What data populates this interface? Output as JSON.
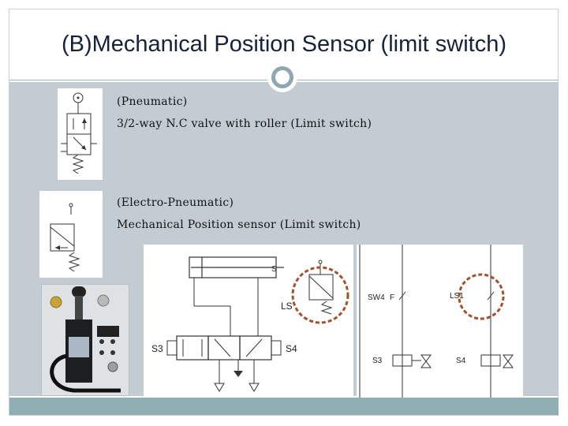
{
  "slide": {
    "title": "(B)Mechanical Position Sensor (limit switch)"
  },
  "pneumatic": {
    "heading": "(Pneumatic)",
    "description": "3/2-way N.C valve with roller (Limit switch)"
  },
  "electro_pneumatic": {
    "heading": "(Electro-Pneumatic)",
    "description": "Mechanical Position sensor (Limit switch)"
  },
  "circuit_labels": {
    "sensor": "LS",
    "solenoid_left": "S3",
    "solenoid_right": "S4",
    "port": "S"
  },
  "electrical_labels": {
    "switch_1": "SW4",
    "switch_1_suffix": "F",
    "switch_2": "LS1",
    "coil_left": "S3",
    "coil_right": "S4"
  },
  "colors": {
    "title": "#16223a",
    "content_bg": "#c3ccd3",
    "footer": "#8fafb4",
    "highlight_circle": "#a0522d"
  }
}
